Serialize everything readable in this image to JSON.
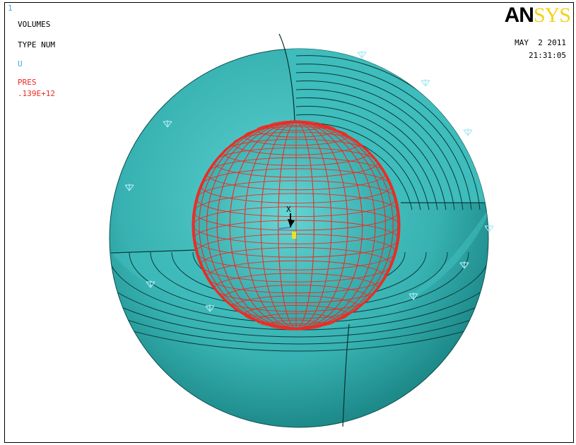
{
  "window": {
    "number": "1"
  },
  "legend": {
    "entity": "VOLUMES",
    "numbering": "TYPE NUM",
    "bc_displacement": "U",
    "bc_pressure": "PRES",
    "pressure_value": ".139E+12"
  },
  "logo": {
    "part1": "AN",
    "part2": "SYS"
  },
  "timestamp": {
    "date": "MAY  2 2011",
    "time": "21:31:05"
  },
  "triad": {
    "x_label": "X"
  },
  "colors": {
    "shell": "#3cb6b6",
    "shell_light": "#5fd3d3",
    "shell_dark": "#1f8f8f",
    "pressure_mesh": "#ee2b22",
    "constraint": "#a8e8f0",
    "pres_label": "#ee2b22",
    "u_label": "#3aaed8",
    "win_num": "#3aaed8"
  },
  "icons": {
    "constraint": "displacement-constraint-icon",
    "triad": "coordinate-triad-icon"
  }
}
